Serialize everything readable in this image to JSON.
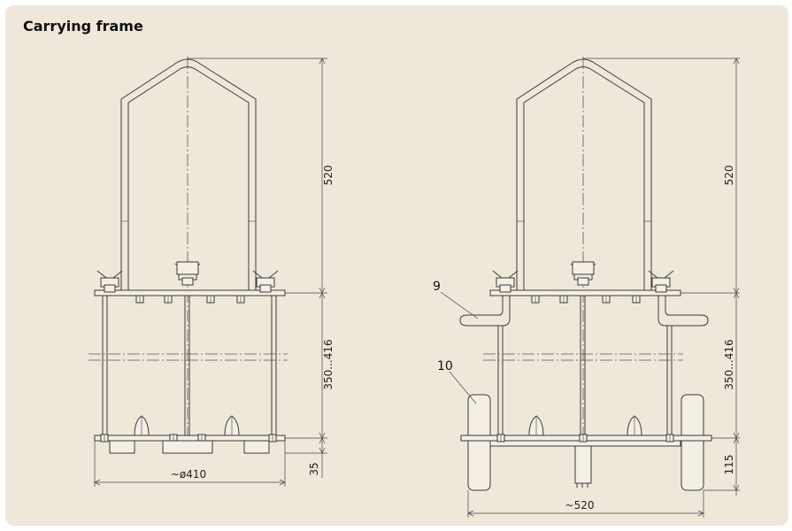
{
  "title": "Carrying frame",
  "left_view": {
    "dim_height_top": "520",
    "dim_height_mid": "350...416",
    "dim_height_bottom": "35",
    "dim_width": "~ø410"
  },
  "right_view": {
    "dim_height_top": "520",
    "dim_height_mid": "350...416",
    "dim_height_bottom": "115",
    "dim_width": "~520",
    "callout_handle": "9",
    "callout_wheel": "10"
  }
}
